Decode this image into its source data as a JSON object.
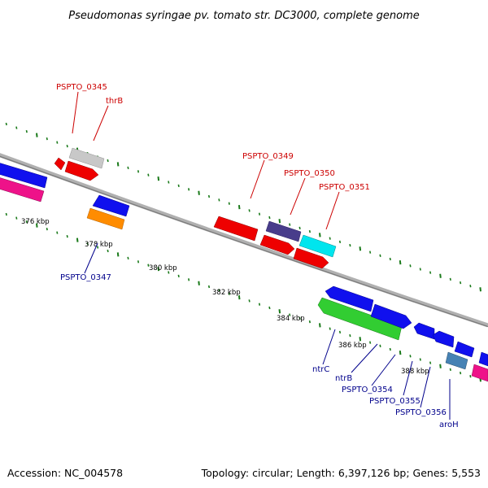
{
  "title": "Pseudomonas syringae pv. tomato str. DC3000, complete genome",
  "footer": {
    "accession": "Accession: NC_004578",
    "summary": "Topology: circular; Length: 6,397,126 bp; Genes: 5,553"
  },
  "scale_labels": [
    "376 kbp",
    "378 kbp",
    "380 kbp",
    "382 kbp",
    "384 kbp",
    "386 kbp",
    "388 kbp"
  ],
  "gene_labels": [
    {
      "id": "PSPTO_0345",
      "text": "PSPTO_0345",
      "color": "#cc0000"
    },
    {
      "id": "thrB",
      "text": "thrB",
      "color": "#cc0000"
    },
    {
      "id": "PSPTO_0349",
      "text": "PSPTO_0349",
      "color": "#cc0000"
    },
    {
      "id": "PSPTO_0350",
      "text": "PSPTO_0350",
      "color": "#cc0000"
    },
    {
      "id": "PSPTO_0351",
      "text": "PSPTO_0351",
      "color": "#cc0000"
    },
    {
      "id": "PSPTO_0347",
      "text": "PSPTO_0347",
      "color": "#00008b"
    },
    {
      "id": "ntrC",
      "text": "ntrC",
      "color": "#00008b"
    },
    {
      "id": "ntrB",
      "text": "ntrB",
      "color": "#00008b"
    },
    {
      "id": "PSPTO_0354",
      "text": "PSPTO_0354",
      "color": "#00008b"
    },
    {
      "id": "PSPTO_0355",
      "text": "PSPTO_0355",
      "color": "#00008b"
    },
    {
      "id": "PSPTO_0356",
      "text": "PSPTO_0356",
      "color": "#00008b"
    },
    {
      "id": "aroH",
      "text": "aroH",
      "color": "#00008b"
    }
  ],
  "colors": {
    "backbone": "#8c8c8c",
    "tick": "#1a7a1a",
    "red": "#ee0000",
    "blue": "#1010ee",
    "magenta": "#ee1289",
    "orange": "#ff8c00",
    "light_gray": "#c8c8c8",
    "dark_slate": "#483d8b",
    "cyan": "#00e5ee",
    "green": "#32cd32",
    "steel_blue": "#4682b4"
  }
}
